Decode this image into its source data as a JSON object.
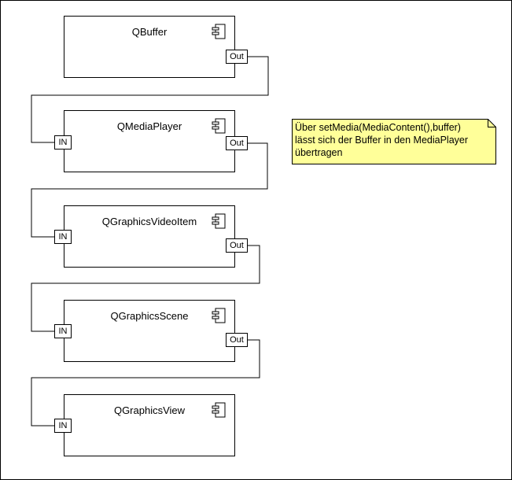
{
  "diagram": {
    "components": [
      {
        "id": "qbuffer",
        "name": "QBuffer",
        "in_port": "",
        "out_port": "Out"
      },
      {
        "id": "qmediaplayer",
        "name": "QMediaPlayer",
        "in_port": "IN",
        "out_port": "Out"
      },
      {
        "id": "qgraphicsvideoitem",
        "name": "QGraphicsVideoItem",
        "in_port": "IN",
        "out_port": "Out"
      },
      {
        "id": "qgraphicsscene",
        "name": "QGraphicsScene",
        "in_port": "IN",
        "out_port": "Out"
      },
      {
        "id": "qgraphicsview",
        "name": "QGraphicsView",
        "in_port": "IN",
        "out_port": ""
      }
    ],
    "note": {
      "lines": [
        "Über setMedia(MediaContent(),buffer)",
        "lässt sich der Buffer in den MediaPlayer",
        "übertragen"
      ]
    },
    "colors": {
      "note_fill": "#ffff99",
      "line": "#000000"
    }
  }
}
